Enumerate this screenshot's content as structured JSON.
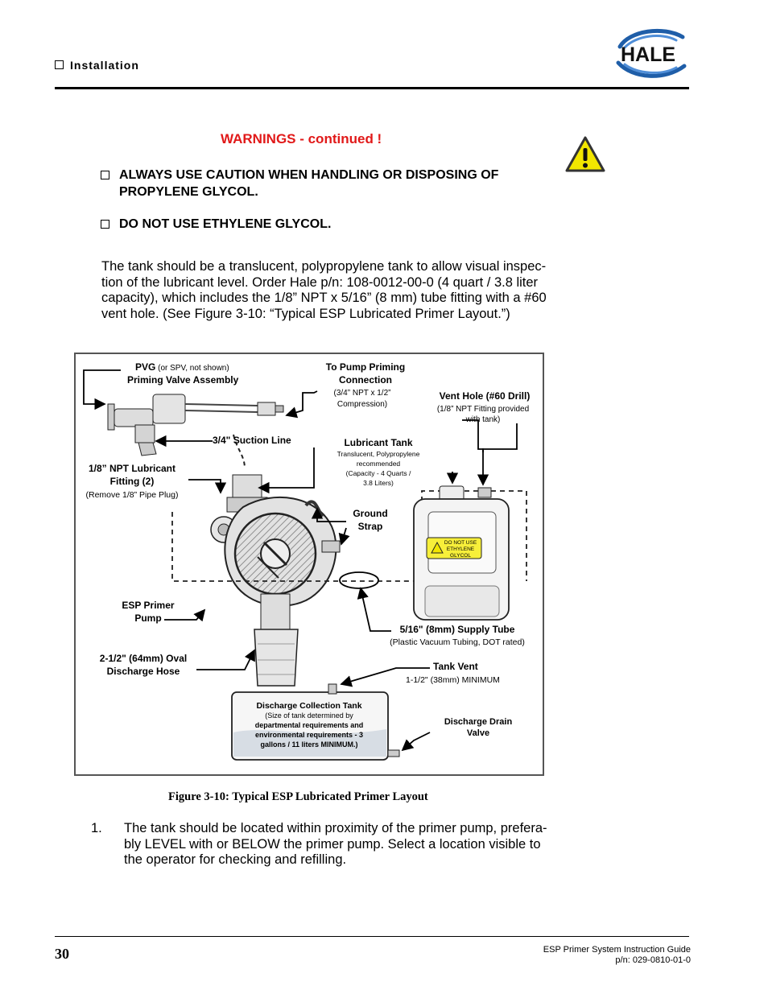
{
  "header": {
    "section": "Installation",
    "logo_text": "HALE"
  },
  "warnings": {
    "title": "WARNINGS - continued !",
    "items": [
      [
        "ALWAYS USE CAUTION WHEN HANDLING OR DISPOSING OF",
        "PROPYLENE GLYCOL."
      ],
      [
        "DO NOT USE ETHYLENE GLYCOL."
      ]
    ]
  },
  "paragraph": [
    "The tank should be a translucent, polypropylene tank to allow visual inspec-",
    "tion of the lubricant level.  Order Hale p/n: 108-0012-00-0  (4 quart / 3.8 liter",
    "capacity), which includes the 1/8” NPT x 5/16” (8 mm) tube fitting with a #60",
    "vent hole.  (See Figure 3-10: “Typical ESP Lubricated Primer Layout.”)"
  ],
  "figure": {
    "pvg": "PVG",
    "pvg_note": " (or SPV, not shown)",
    "priming_valve": "Priming Valve Assembly",
    "to_pump_1": "To Pump Priming",
    "to_pump_2": "Connection",
    "to_pump_3": "(3/4” NPT x 1/2”",
    "to_pump_4": "Compression)",
    "vent_hole_1": "Vent Hole (#60 Drill)",
    "vent_hole_2": "(1/8” NPT Fitting provided",
    "vent_hole_3": "with tank)",
    "suction_line": "3/4\" Suction Line",
    "lub_tank_1": "Lubricant Tank",
    "lub_tank_2": "Translucent, Polypropylene",
    "lub_tank_3": "recommended",
    "lub_tank_4": "(Capacity - 4 Quarts /",
    "lub_tank_5": "3.8 Liters)",
    "npt_1": "1/8” NPT Lubricant",
    "npt_2": "Fitting (2)",
    "npt_3": "(Remove 1/8” Pipe Plug)",
    "ground_1": "Ground",
    "ground_2": "Strap",
    "tank_label_1": "DO NOT USE",
    "tank_label_2": "ETHYLENE",
    "tank_label_3": "GLYCOL",
    "esp_1": "ESP Primer",
    "esp_2": "Pump",
    "supply_1": "5/16\" (8mm) Supply Tube",
    "supply_2": "(Plastic Vacuum Tubing, DOT rated)",
    "hose_1": "2-1/2\" (64mm) Oval",
    "hose_2": "Discharge Hose",
    "vent_1": "Tank Vent",
    "vent_2": "1-1/2\" (38mm) MINIMUM",
    "dct_1": "Discharge Collection Tank",
    "dct_2": "(Size of tank determined by",
    "dct_3": "departmental requirements and",
    "dct_4": "environmental requirements - 3",
    "dct_5": "gallons / 11 liters MINIMUM.)",
    "drain_1": "Discharge Drain",
    "drain_2": "Valve",
    "caption": "Figure 3-10: Typical ESP Lubricated Primer Layout"
  },
  "step": {
    "number": "1.",
    "lines": [
      "The tank should be located within proximity of the primer pump, prefera-",
      "bly LEVEL with or BELOW the primer pump.  Select a location visible to",
      "the  operator for checking and refilling."
    ]
  },
  "footer": {
    "page_number": "30",
    "guide_title": "ESP Primer System Instruction Guide",
    "part_number": "p/n: 029-0810-01-0"
  },
  "colors": {
    "warning_red": "#e11919",
    "logo_blue": "#1f5ea8",
    "warning_yellow": "#f2e600",
    "label_yellow": "#f7ef3a"
  }
}
